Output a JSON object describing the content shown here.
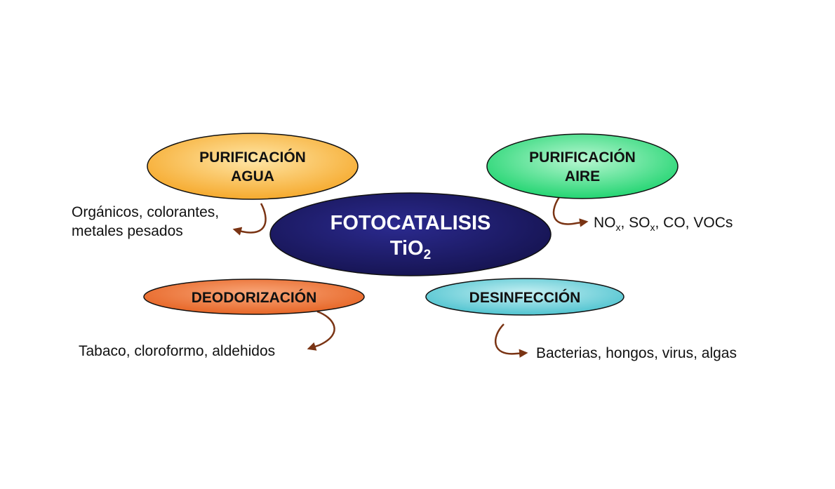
{
  "colors": {
    "center": "#1c1a6e",
    "agua": "#f7b53f",
    "aire": "#2fe07e",
    "deodorizacion": "#ee7233",
    "desinfeccion": "#5ccbd6",
    "arrow": "#7a3414"
  },
  "center": {
    "line1": "FOTOCATALISIS",
    "line2_main": "TiO",
    "line2_sub": "2"
  },
  "nodes": {
    "agua": {
      "line1": "PURIFICACIÓN",
      "line2": "AGUA"
    },
    "aire": {
      "line1": "PURIFICACIÓN",
      "line2": "AIRE"
    },
    "deodorizacion": {
      "line1": "DEODORIZACIÓN"
    },
    "desinfeccion": {
      "line1": "DESINFECCIÓN"
    }
  },
  "notes": {
    "agua": {
      "line1": "Orgánicos, colorantes,",
      "line2": "metales pesados"
    },
    "aire": {
      "no": "NO",
      "no_sub": "x",
      "so": ", SO",
      "so_sub": "x",
      "rest": ", CO, VOCs"
    },
    "deodorizacion": "Tabaco, cloroformo, aldehidos",
    "desinfeccion": "Bacterias, hongos, virus, algas"
  }
}
